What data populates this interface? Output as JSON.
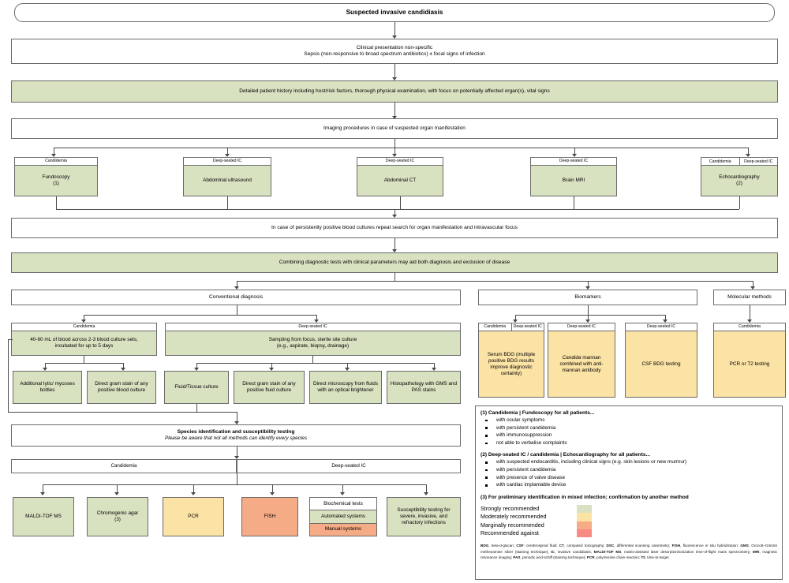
{
  "title": "Suspected invasive candidiasis",
  "colors": {
    "strongly": "#d8e1c0",
    "moderately": "#fbe2a5",
    "marginally": "#f4ab86",
    "against": "#f78a82",
    "border": "#6b6b6b",
    "line": "#4a4a4a"
  },
  "labels": {
    "candidemia": "Candidemia",
    "deep_seated": "Deep-seated IC",
    "deep_seated_wrap": "Deep-seated IC"
  },
  "steps": {
    "clinical_line1": "Clinical presentation non-specific",
    "clinical_line2": "Sepsis (non-responsive to broad spectrum antibiotics) ± focal signs of infection",
    "history": "Detailed patient history including host/risk factors, thorough physical examination, with focus on potentially affected organ(s), vital signs",
    "imaging": "Imaging procedures in case of suspected organ manifestation",
    "repeat": "In case of persistently positive blood cultures repeat search for organ manifestation and intravascular focus",
    "combining": "Combining diagnostic tests with clinical parameters may aid both diagnosis and exclusion of disease"
  },
  "imaging_row": [
    {
      "header": "Candidemia",
      "headers": null,
      "line1": "Fundoscopy",
      "line2": "(1)"
    },
    {
      "header": "Deep-seated IC",
      "headers": null,
      "line1": "Abdominal ultrasound",
      "line2": ""
    },
    {
      "header": "Deep-seated IC",
      "headers": null,
      "line1": "Abdominal CT",
      "line2": ""
    },
    {
      "header": "Deep-seated IC",
      "headers": null,
      "line1": "Brain MRI",
      "line2": ""
    },
    {
      "header": null,
      "headers": [
        "Candidemia",
        "Deep-seated IC"
      ],
      "line1": "Echocardiography",
      "line2": "(2)"
    }
  ],
  "branches": {
    "conventional": "Conventional diagnosis",
    "biomarkers": "Biomarkers",
    "molecular": "Molecular methods"
  },
  "conventional": {
    "candidemia_header": "Candidemia",
    "candidemia_line1": "40-60 mL of blood across 2-3 blood culture sets,",
    "candidemia_line2": "incubated for up to 5 days",
    "deep_header": "Deep-seated IC",
    "deep_line1": "Sampling from focus, sterile site culture",
    "deep_line2": "(e.g., aspirate, biopsy, drainage)",
    "tests": [
      "Additional lytic/ mycoses bottles",
      "Direct gram stain of any positive blood culture",
      "Fluid/Tissue culture",
      "Direct gram stain of any positive fluid culture",
      "Direct microscopy from fluids with an optical brightener",
      "Histopathology with GMS and PAS stains"
    ]
  },
  "biomarkers": [
    {
      "headers": [
        "Candidemia",
        "Deep-seated IC"
      ],
      "header": null,
      "text": "Serum BDG (multiple positive BDG results improve diagnostic certainty)",
      "italic_lead": ""
    },
    {
      "headers": null,
      "header": "Deep-seated IC",
      "text": "mannan combined with anti-mannan antibody",
      "italic_lead": "Candida"
    },
    {
      "headers": null,
      "header": "Deep-seated IC",
      "text": "CSF BDG testing",
      "italic_lead": ""
    }
  ],
  "molecular": {
    "header": "Candidemia",
    "text": "PCR or T2 testing"
  },
  "species": {
    "title": "Species identification and susceptibility testing",
    "subtitle": "Please be aware that not all methods can identify every species",
    "candidemia_header": "Candidemia",
    "deep_header": "Deep-seated IC",
    "methods": [
      {
        "name": "MALDI-TOF MS",
        "note": "",
        "color": "green"
      },
      {
        "name": "Chromogenic agar",
        "note": "(3)",
        "color": "green"
      },
      {
        "name": "PCR",
        "note": "",
        "color": "yellow"
      },
      {
        "name": "FISH",
        "note": "",
        "color": "orange"
      }
    ],
    "biochemical": {
      "row1": "Biochemical tests",
      "row2": "Automated systems",
      "row3": "Manual systems"
    },
    "susceptibility": "Susceptibility testing for severe, invasive, and refractory infections"
  },
  "footnotes": {
    "note1_head": "(1) Candidemia | Fundoscopy for all patients...",
    "note1_items": [
      "with ocular symptoms",
      "with persistent candidemia",
      "with immunosuppression",
      "not able to verbalise complaints"
    ],
    "note2_head": "(2) Deep-seated IC / candidemia | Echocardiography for all patients...",
    "note2_items": [
      "with suspected endocarditis, including clinical signs (e.g. skin lesions or new murmur)",
      "with persistent candidemia",
      "with presence of valve disease",
      "with cardiac implantable device"
    ],
    "note3_head": "(3) For preliminary identification in mixed infection; confirmation by another method",
    "recommendation_levels": [
      "Strongly recommended",
      "Moderately recommended",
      "Marginally recommended",
      "Recommended against"
    ],
    "abbreviations": [
      {
        "abbr": "BDG",
        "def": ", beta-d-glucan; "
      },
      {
        "abbr": "CSF",
        "def": ", cerebrospinal fluid; "
      },
      {
        "abbr": "CT",
        "def": ", computed tomography; "
      },
      {
        "abbr": "DSC",
        "def": ", differential scanning calorimetry; "
      },
      {
        "abbr": "FISH",
        "def": ", fluorescence in situ hybridization; "
      },
      {
        "abbr": "GMS",
        "def": ", Grocott–Gömöri methenamine silver (staining technique); "
      },
      {
        "abbr": "IC",
        "def": ", invasive candidiasis; "
      },
      {
        "abbr": "MALDI-TOF MS",
        "def": ", matrix-assisted laser desorption/ionization time-of-flight mass spectrometry; "
      },
      {
        "abbr": "MRI",
        "def": ", magnetic resonance imaging; "
      },
      {
        "abbr": "PAS",
        "def": ", periodic acid-schiff (staining technique); "
      },
      {
        "abbr": "PCR",
        "def": ", polymerase chain reaction; "
      },
      {
        "abbr": "T2",
        "def": ", time-to-target"
      }
    ]
  }
}
